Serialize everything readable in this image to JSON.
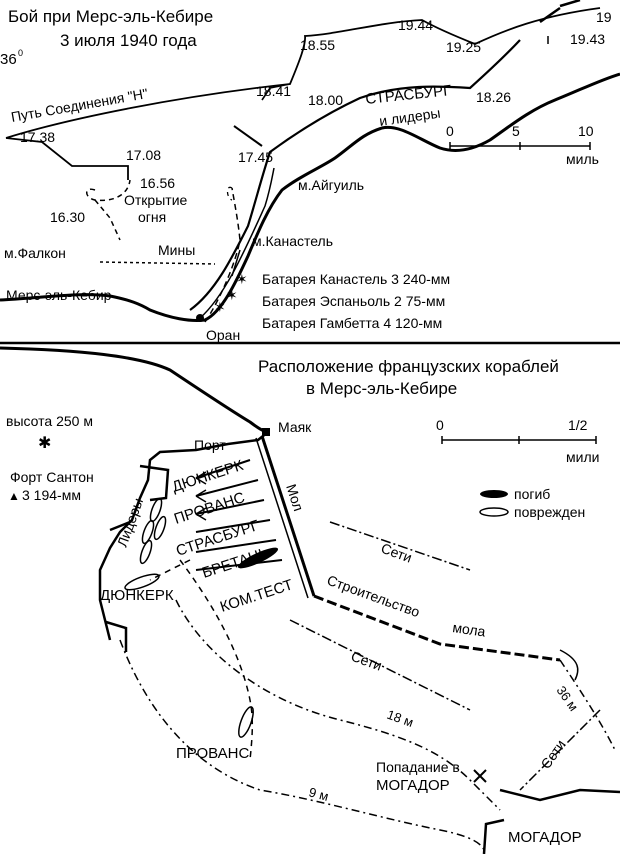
{
  "top_map": {
    "title_line1": "Бой при Мерс-эль-Кебире",
    "title_line2": "3 июля 1940 года",
    "latitude_label": "36",
    "latitude_degree": "0",
    "route_label": "Путь Соединения \"Н\"",
    "times": [
      "19.44",
      "19",
      "19.43",
      "18.55",
      "19.25",
      "18.41",
      "17.38",
      "18.00",
      "18.26",
      "17.08",
      "17.45",
      "16.56",
      "16.30"
    ],
    "strasbourg_label": "СТРАСБУРГ",
    "leaders_label": "и лидеры",
    "fire_open_line1": "Открытие",
    "fire_open_line2": "огня",
    "mines_label": "Мины",
    "places": [
      "м.Айгуиль",
      "м.Фалкон",
      "м.Канастель",
      "Мерс-эль-Кебир",
      "Оран"
    ],
    "scale": {
      "ticks": [
        "0",
        "5",
        "10"
      ],
      "unit": "миль"
    },
    "batteries": [
      "Батарея Канастель 3 240-мм",
      "Батарея Эспаньоль 2 75-мм",
      "Батарея Гамбетта 4 120-мм"
    ]
  },
  "bottom_map": {
    "title_line1": "Расположение французских кораблей",
    "title_line2": "в Мерс-эль-Кебире",
    "height_label": "высота 250 м",
    "fort_line1": "Форт Сантон",
    "fort_line2": "3 194-мм",
    "port_label": "Порт",
    "lighthouse_label": "Маяк",
    "mole_label": "Мол",
    "scale": {
      "ticks": [
        "0",
        "1/2"
      ],
      "unit": "мили"
    },
    "legend": {
      "sunk": "погиб",
      "damaged": "поврежден"
    },
    "leaders_label": "Лидеры",
    "ships": [
      "ДЮНКЕРК",
      "ПРОВАНС",
      "СТРАСБУРГ",
      "БРЕТАНЬ",
      "КОМ.ТЕСТ"
    ],
    "dunkerque_label": "ДЮНКЕРК",
    "provence_label": "ПРОВАНС",
    "nets_label": "Сети",
    "construction_line1": "Строительство",
    "construction_line2": "мола",
    "depths": [
      "36 м",
      "18 м",
      "9 м"
    ],
    "hit_line1": "Попадание в",
    "hit_line2": "МОГАДОР",
    "mogador_label": "МОГАДОР"
  }
}
